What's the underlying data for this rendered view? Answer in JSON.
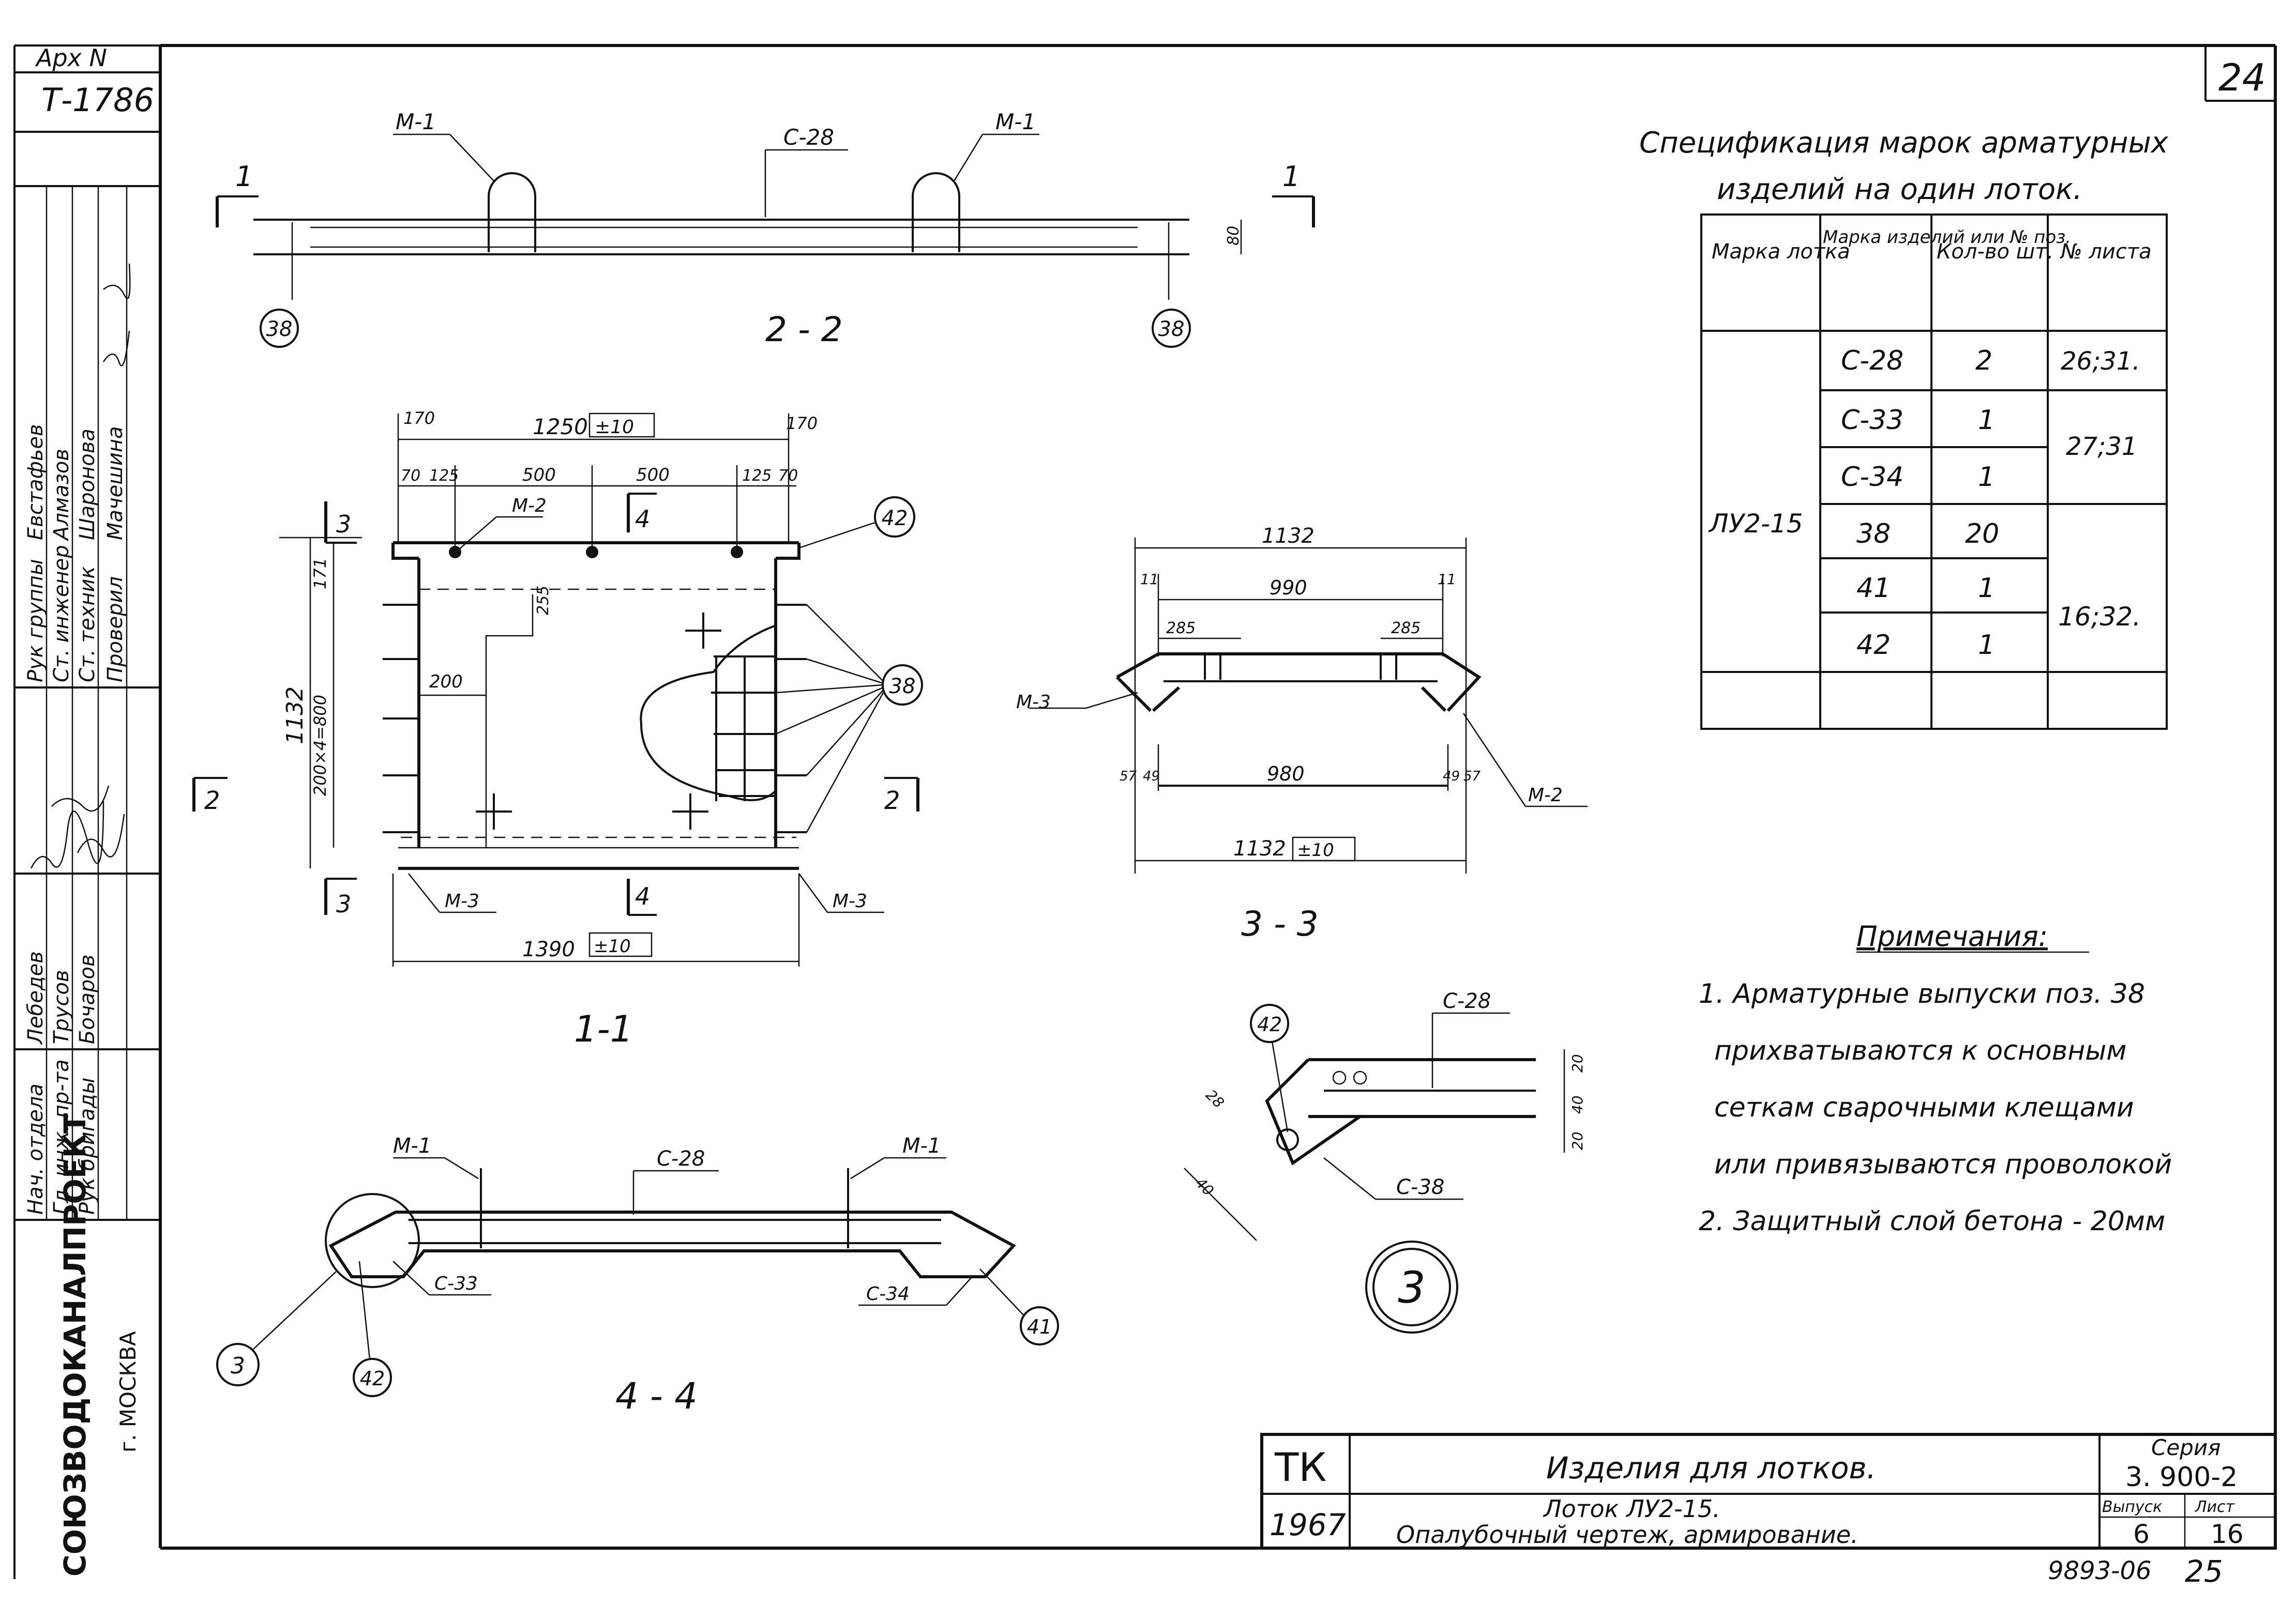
{
  "archive": {
    "label": "Арх N",
    "number": "Т-1786"
  },
  "page_number": "24",
  "stamp_number": "9893-06",
  "stamp_page": "25",
  "left_block": {
    "org": "СОЮЗВОДОКАНАЛПРОЕКТ",
    "city": "г. МОСКВА",
    "roles": [
      "Рук группы",
      "Ст. инженер",
      "Ст. техник",
      "Проверил",
      "Нач. отдела",
      "Гл. инж. пр-та",
      "Рук бригады"
    ],
    "names": [
      "Евстафьев",
      "Алмазов",
      "Шаронова",
      "Мачешина",
      "Лебедев",
      "Трусов",
      "Бочаров"
    ]
  },
  "title_block": {
    "tk": "ТК",
    "year": "1967",
    "title": "Изделия для лотков.",
    "subtitle_1": "Лоток ЛУ2-15.",
    "subtitle_2": "Опалубочный чертеж, армирование.",
    "series_label": "Серия",
    "series": "3. 900-2",
    "issue_label": "Выпуск",
    "sheet_label": "Лист",
    "issue": "6",
    "sheet": "16"
  },
  "spec": {
    "title_1": "Спецификация марок арматурных",
    "title_2": "изделий на один лоток.",
    "headers": [
      "Марка лотка",
      "Марка изделий или № поз.",
      "Кол-во шт.",
      "№ листа"
    ],
    "lotok": "ЛУ2-15",
    "rows": [
      {
        "mark": "С-28",
        "qty": "2",
        "sheet": "26;31."
      },
      {
        "mark": "С-33",
        "qty": "1",
        "sheet": "27;31"
      },
      {
        "mark": "С-34",
        "qty": "1",
        "sheet": ""
      },
      {
        "mark": "38",
        "qty": "20",
        "sheet": "16;32."
      },
      {
        "mark": "41",
        "qty": "1",
        "sheet": ""
      },
      {
        "mark": "42",
        "qty": "1",
        "sheet": ""
      },
      {
        "mark": "",
        "qty": "",
        "sheet": ""
      }
    ]
  },
  "notes": {
    "title": "Примечания:",
    "lines": [
      "1. Арматурные выпуски поз. 38",
      "прихватываются к основным",
      "сеткам сварочными клещами",
      "или привязываются проволокой",
      "2. Защитный слой бетона - 20мм"
    ]
  },
  "views": {
    "s22": {
      "label": "2 - 2",
      "m1": "М-1",
      "c28": "С-28",
      "pos": "38",
      "cut": "1",
      "d80": "80"
    },
    "s11": {
      "label": "1-1",
      "d1250": "1250",
      "tol": "±10",
      "d170": "170",
      "d70": "70",
      "d125": "125",
      "d500": "500",
      "d1132": "1132",
      "d171": "171",
      "d200x4": "200×4=800",
      "d255": "255",
      "d200": "200",
      "d1390": "1390",
      "m2": "М-2",
      "m3": "М-3",
      "pos42": "42",
      "pos38": "38",
      "cut3": "3",
      "cut4": "4",
      "cut2": "2"
    },
    "s33": {
      "label": "3 - 3",
      "d1132": "1132",
      "d11": "11",
      "d990": "990",
      "d285": "285",
      "d980": "980",
      "m3": "М-3",
      "m2": "М-2",
      "d57": "57",
      "d49": "49"
    },
    "s44": {
      "label": "4 - 4",
      "m1": "М-1",
      "c28": "С-28",
      "c33": "С-33",
      "c34": "С-34",
      "pos3": "3",
      "pos42": "42",
      "pos41": "41"
    },
    "detail3": {
      "label": "3",
      "c28": "С-28",
      "c38": "С-38",
      "pos42": "42",
      "d20": "20",
      "d40": "40",
      "d28": "28"
    }
  }
}
